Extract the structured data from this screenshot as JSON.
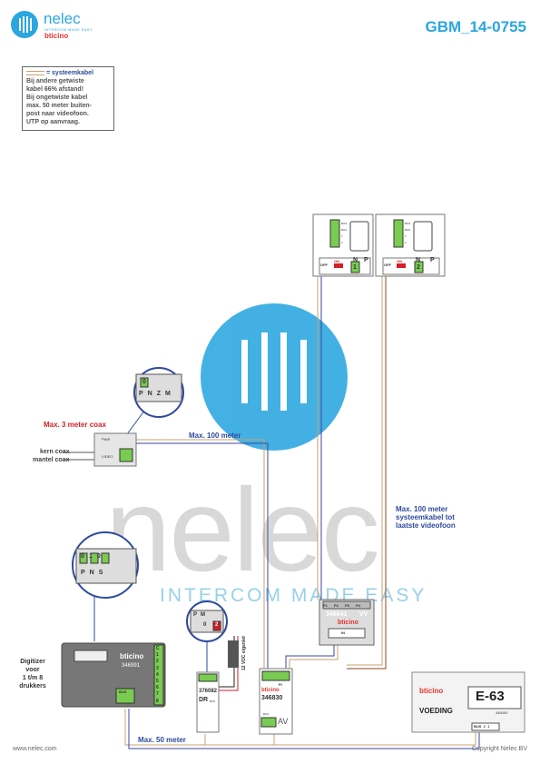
{
  "header": {
    "brand": "nelec",
    "tagline": "INTERCOM MADE EASY",
    "partner": "bticino",
    "document_number": "GBM_14-0755"
  },
  "legend": {
    "title": "= systeemkabel",
    "lines": [
      "Bij andere getwiste",
      "kabel 66% afstand!",
      "Bij ongetwiste kabel",
      "max. 50 meter buiten-",
      "post naar videofoon.",
      "UTP op aanvraag."
    ]
  },
  "watermark": {
    "word": "nelec",
    "subtitle": "INTERCOM MADE EASY"
  },
  "videophones": [
    {
      "terminals": [
        "BUS",
        "BUS",
        "1",
        "2"
      ],
      "switch_off": "OFF",
      "switch_on": "ON",
      "col_n": "N",
      "col_p": "P",
      "n_value": "1"
    },
    {
      "terminals": [
        "BUS",
        "BUS",
        "1",
        "2"
      ],
      "switch_off": "OFF",
      "switch_on": "ON",
      "col_n": "N",
      "col_p": "P",
      "n_value": "2"
    }
  ],
  "camera_module": {
    "zoom_values": [
      "0"
    ],
    "zoom_labels": [
      "P",
      "N",
      "Z",
      "M"
    ],
    "pwr_label": "PWR",
    "video_label": "VIDEO"
  },
  "labels": {
    "max_coax": "Max. 3 meter coax",
    "core_coax": "kern coax",
    "shield_coax": "mantel coax",
    "max_100": "Max. 100 meter",
    "max_100_system": [
      "Max. 100 meter",
      "systeemkabel tot",
      "laatste videofoon"
    ],
    "max_50": "Max. 50 meter",
    "power_12v": "12 VDC eigenlet"
  },
  "digitizer": {
    "title_lines": [
      "Digitizer",
      "voor",
      "1 t/m 8",
      "drukkers"
    ],
    "zoom_values": [
      "0",
      "1",
      "0"
    ],
    "zoom_labels": [
      "P",
      "N",
      "S"
    ],
    "brand": "bticino",
    "model": "346991",
    "terminals": [
      "C",
      "1",
      "2",
      "3",
      "4",
      "5",
      "6",
      "7",
      "8"
    ],
    "bus_label": "BUS"
  },
  "relay_module": {
    "zoom_values": [
      "0",
      "2"
    ],
    "zoom_labels": [
      "P",
      "M"
    ],
    "model": "376082",
    "type": "DR",
    "sub": "BUS"
  },
  "audio_video_module": {
    "brand": "bticino",
    "model": "346830",
    "type": "AV",
    "pi_label": "PI",
    "bus_label": "BUS"
  },
  "distributor": {
    "model": "346841",
    "type": "VV",
    "brand": "bticino",
    "outputs": [
      "P1",
      "P2",
      "P3",
      "P4"
    ],
    "in_label": "IN"
  },
  "power_supply": {
    "brand": "bticino",
    "model": "E-63",
    "name": "VOEDING",
    "part": "346000",
    "terminals": "BUS  2  1"
  },
  "footer": {
    "website": "www.nelec.com",
    "copyright": "Copyright Nelec BV"
  }
}
